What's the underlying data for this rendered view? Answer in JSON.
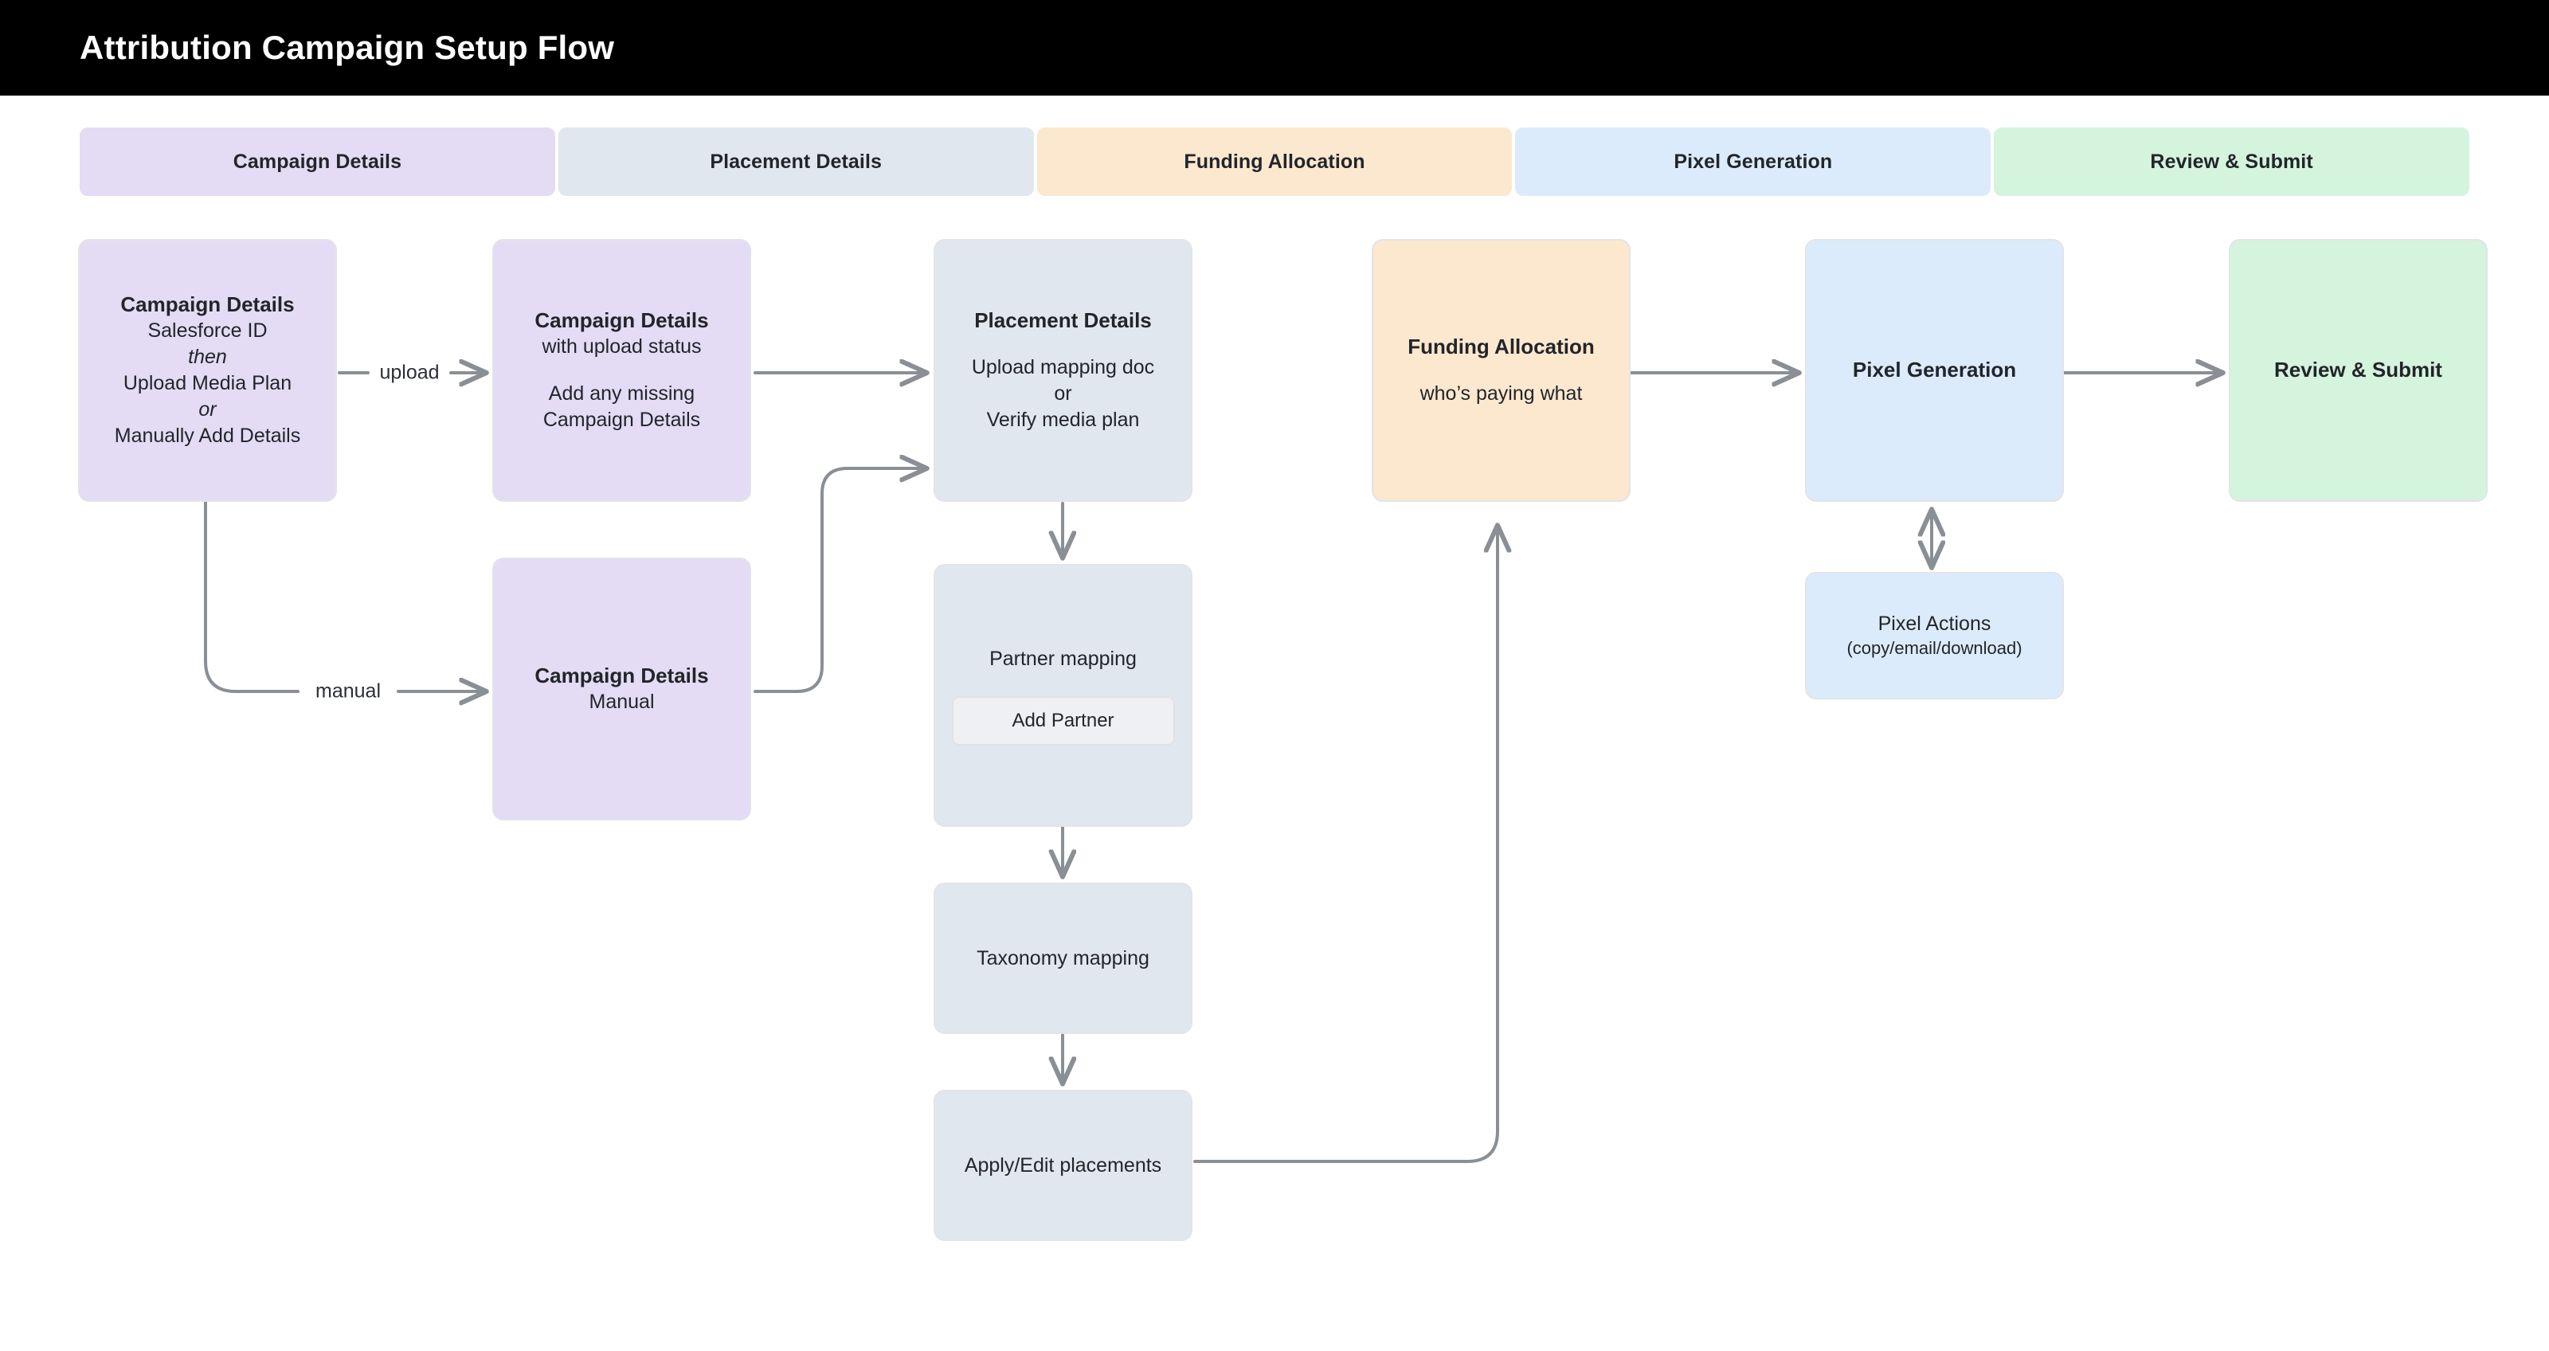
{
  "header": {
    "title": "Attribution Campaign Setup Flow"
  },
  "colors": {
    "appbar_bg": "#000000",
    "purple": "#E3DCF4",
    "slate": "#E1E7EE",
    "peach": "#FCE8CF",
    "blue": "#DCEBFB",
    "green": "#D5F4DD",
    "node_border": "#E2E4E8",
    "edge": "#8A8F96",
    "button_bg": "#EEF0F4",
    "text": "#22252A"
  },
  "tabs": [
    {
      "label": "Campaign Details",
      "color": "#E3DCF4"
    },
    {
      "label": "Placement Details",
      "color": "#E1E7EE"
    },
    {
      "label": "Funding Allocation",
      "color": "#FCE8CF"
    },
    {
      "label": "Pixel Generation",
      "color": "#DCEBFB"
    },
    {
      "label": "Review & Submit",
      "color": "#D5F4DD"
    }
  ],
  "nodes": {
    "campaign_entry": {
      "title": "Campaign Details",
      "line1": "Salesforce ID",
      "italic1": "then",
      "line2": "Upload Media Plan",
      "italic2": "or",
      "line3": "Manually Add Details"
    },
    "campaign_upload": {
      "title": "Campaign Details",
      "line1": "with upload status",
      "line2": "Add any missing",
      "line3": "Campaign Details"
    },
    "campaign_manual": {
      "title": "Campaign Details",
      "line1": "Manual"
    },
    "placement_details": {
      "title": "Placement Details",
      "line1": "Upload mapping doc",
      "italic1": "or",
      "line2": "Verify media plan"
    },
    "partner_mapping": {
      "title": "Partner mapping",
      "button": "Add Partner"
    },
    "taxonomy_mapping": {
      "title": "Taxonomy mapping"
    },
    "apply_edit_placements": {
      "title": "Apply/Edit placements"
    },
    "funding_allocation": {
      "title": "Funding Allocation",
      "line1": "who’s paying what"
    },
    "pixel_generation": {
      "title": "Pixel Generation"
    },
    "pixel_actions": {
      "title": "Pixel Actions",
      "line1": "(copy/email/download)"
    },
    "review_submit": {
      "title": "Review & Submit"
    }
  },
  "edge_labels": {
    "upload": "upload",
    "manual": "manual"
  }
}
